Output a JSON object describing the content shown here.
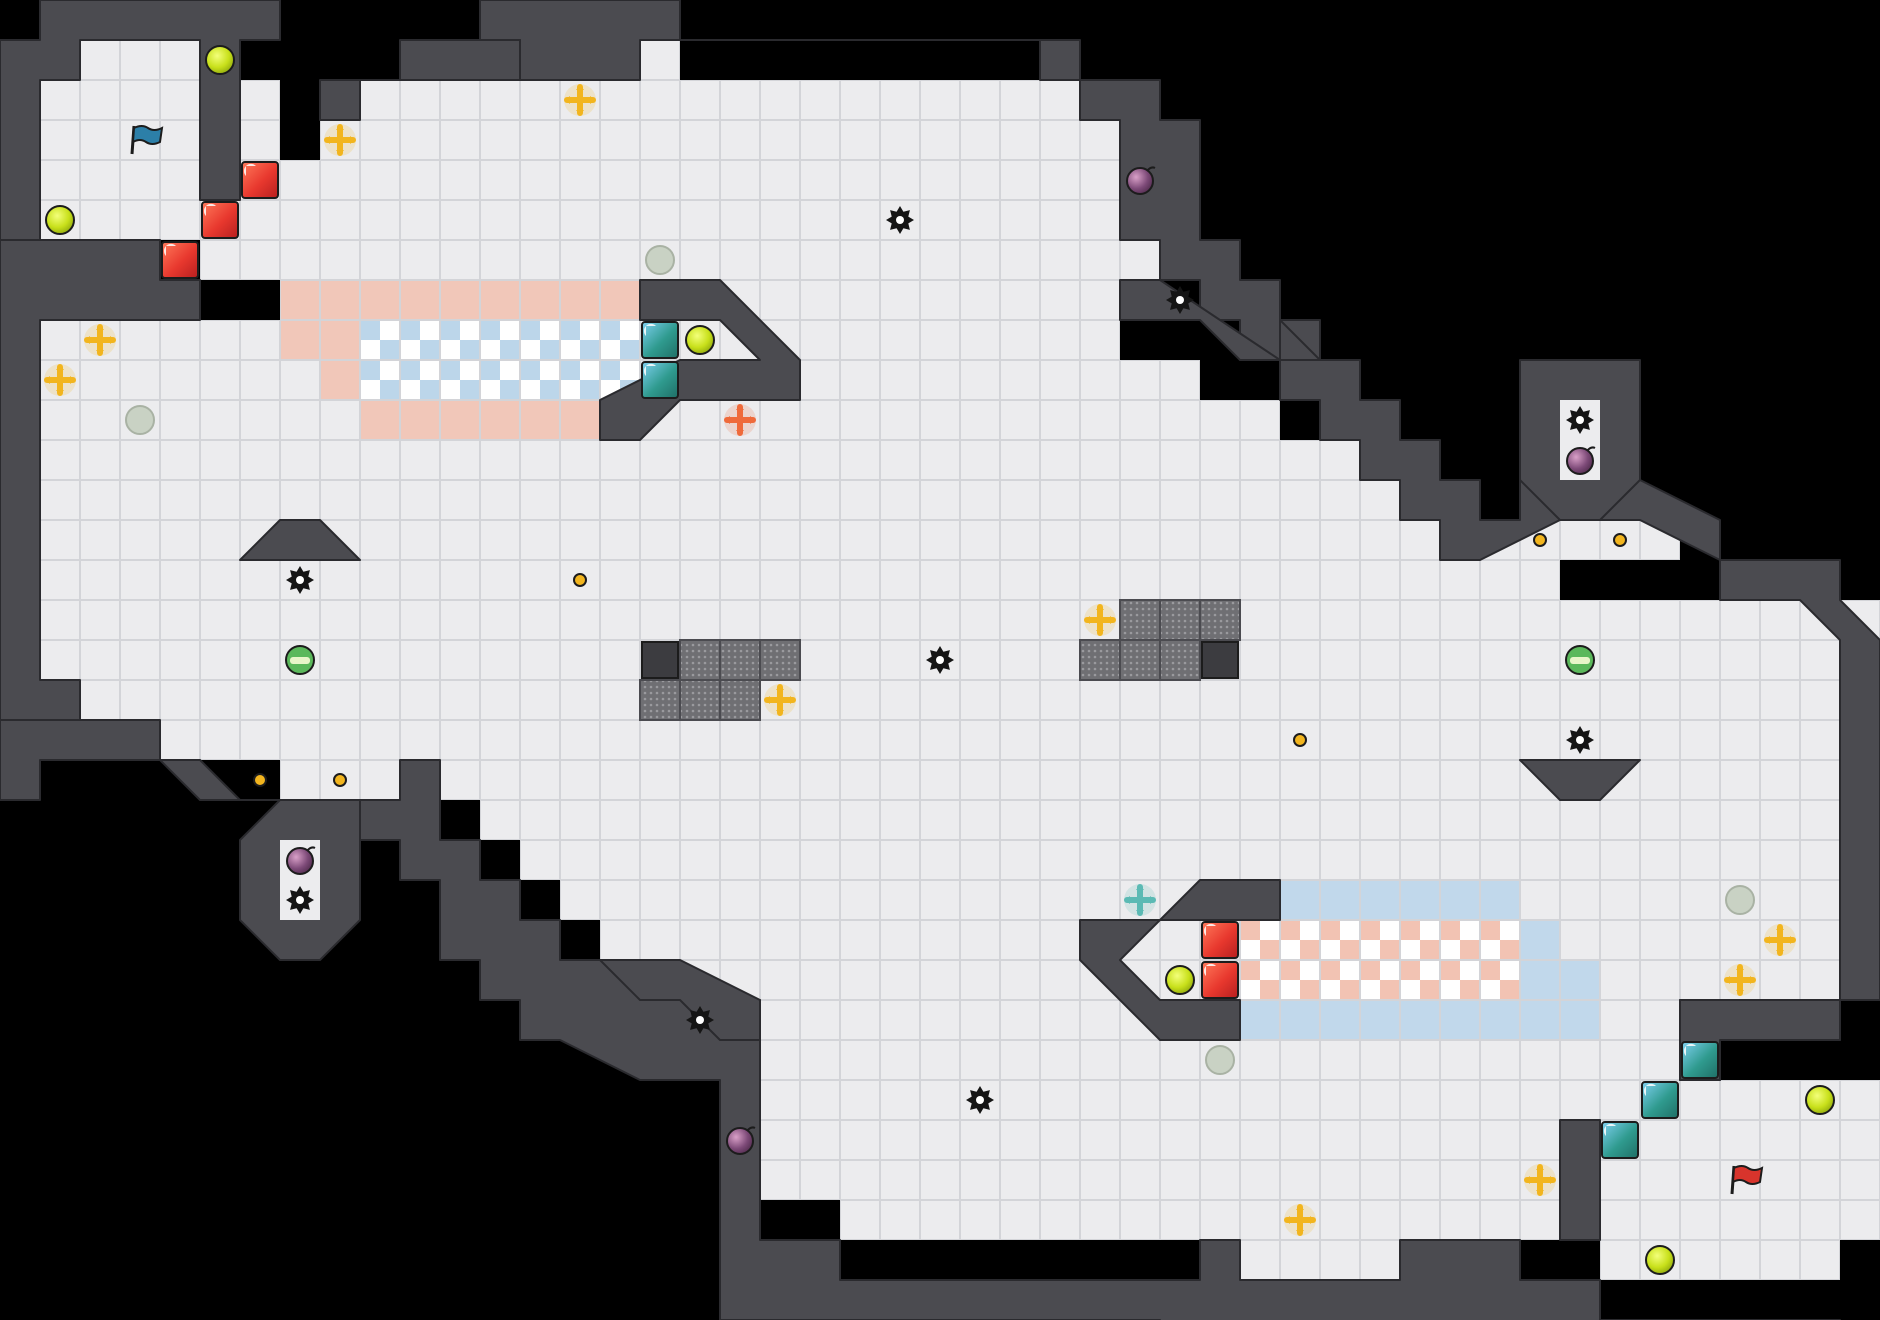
{
  "level": {
    "grid_cols": 47,
    "grid_rows": 33,
    "palette": {
      "background": "#000000",
      "floor": "#ececee",
      "grid_line": "#d3d4d8",
      "wall": "#4b4b50",
      "wall_edge": "#2a2a2e",
      "pink_zone": "#f2c3b3",
      "blue_zone": "#bcd6ea",
      "checker_light": "#ffffff",
      "red_block": "#e8382e",
      "teal_block": "#2f9a8e",
      "yellow_orb": "#c8e01a",
      "gold_cross": "#f2b51e",
      "orange_cross": "#ef6a3a",
      "teal_cross": "#5bbab4",
      "mine": "#151515",
      "plum_bomb": "#7d4a78",
      "green_capsule": "#5bb85b",
      "gray_token": "#c9d2c4",
      "spike_block": "#6f6f73",
      "blue_flag": "#2c7fa8",
      "red_flag": "#d8342c"
    },
    "spawn_flag": {
      "icon": "blue-flag-icon",
      "team": "blue",
      "cell": [
        3,
        3
      ]
    },
    "goal_flag": {
      "icon": "red-flag-icon",
      "team": "red",
      "cell": [
        43,
        29
      ]
    }
  }
}
